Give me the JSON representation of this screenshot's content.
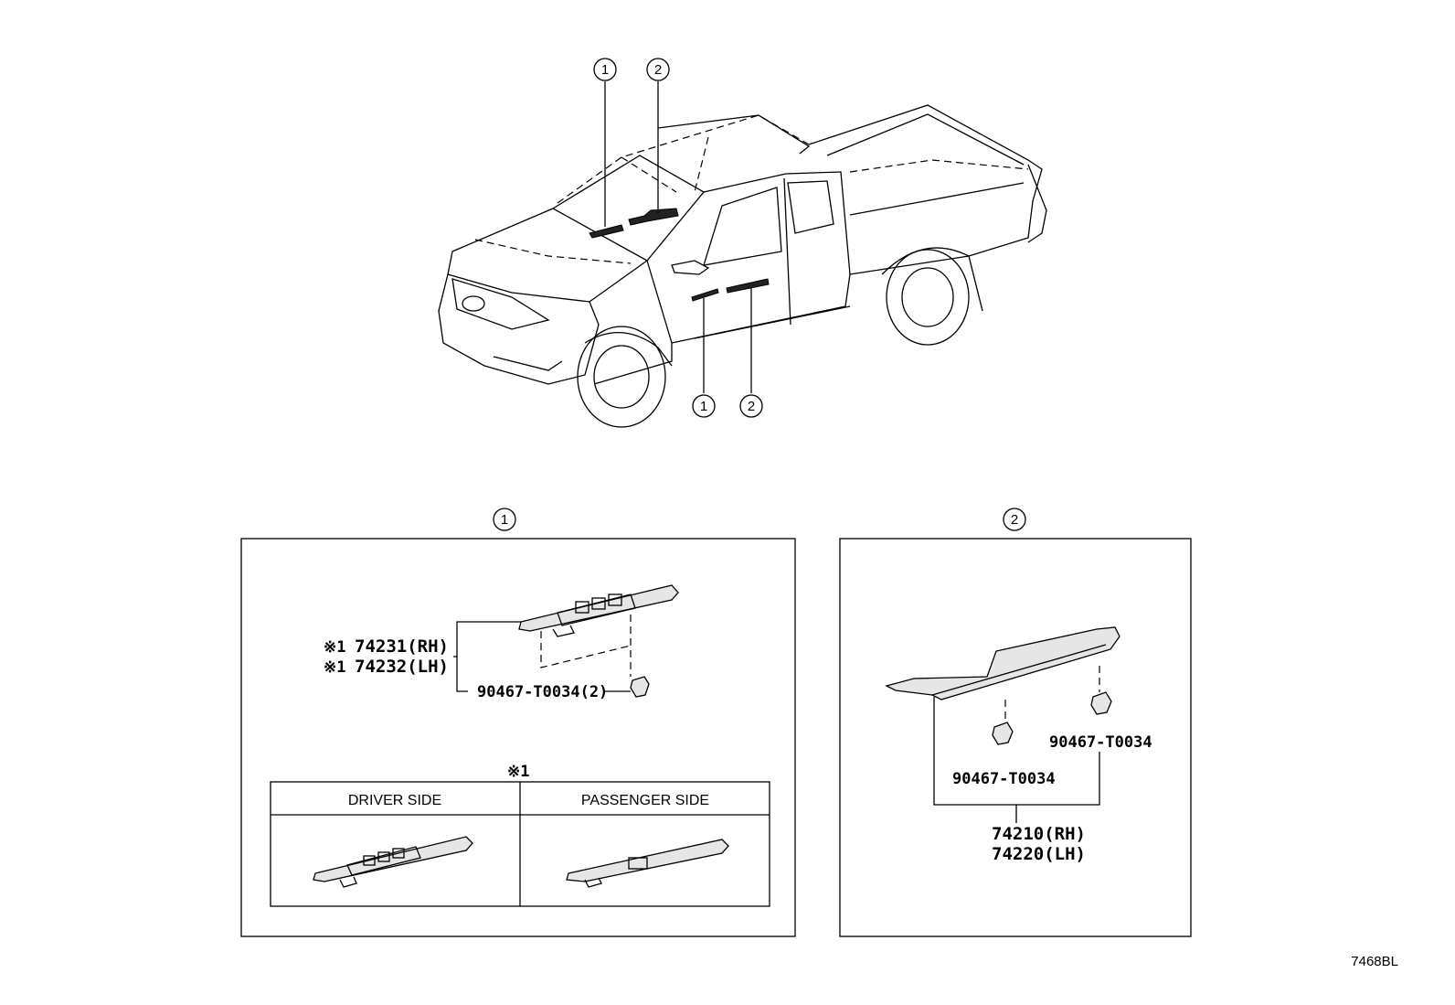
{
  "overview": {
    "callouts": [
      "1",
      "2",
      "1",
      "2"
    ]
  },
  "panel1": {
    "callout": "1",
    "part_rh": "74231(RH)",
    "part_lh": "74232(LH)",
    "note_marker": "※1",
    "clip": "90467-T0034(2)",
    "table": {
      "marker": "※1",
      "headers": [
        "DRIVER SIDE",
        "PASSENGER SIDE"
      ]
    }
  },
  "panel2": {
    "callout": "2",
    "clip_right": "90467-T0034",
    "clip_left": "90467-T0034",
    "part_rh": "74210(RH)",
    "part_lh": "74220(LH)"
  },
  "diagram_code": "7468BL"
}
